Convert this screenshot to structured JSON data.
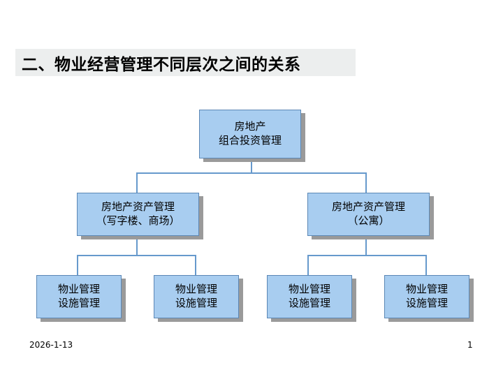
{
  "slide": {
    "title": "二、物业经营管理不同层次之间的关系",
    "colors": {
      "title_band": "#eceeee",
      "node_fill": "#a8cdf0",
      "node_border": "#5b87b5",
      "connector": "#6699cc",
      "shadow": "#9a9a9a"
    },
    "footer": {
      "date": "2026-1-13",
      "page_number": "1"
    },
    "diagram": {
      "type": "hierarchy-tree",
      "levels": [
        {
          "level": 1,
          "nodes": [
            {
              "id": "root",
              "lines": [
                "房地产",
                "组合投资管理"
              ]
            }
          ]
        },
        {
          "level": 2,
          "nodes": [
            {
              "id": "asset-office",
              "lines": [
                "房地产资产管理",
                "（写字楼、商场）"
              ]
            },
            {
              "id": "asset-apartment",
              "lines": [
                "房地产资产管理",
                "（公寓）"
              ]
            }
          ]
        },
        {
          "level": 3,
          "nodes": [
            {
              "id": "pm-1",
              "lines": [
                "物业管理",
                "设施管理"
              ]
            },
            {
              "id": "pm-2",
              "lines": [
                "物业管理",
                "设施管理"
              ]
            },
            {
              "id": "pm-3",
              "lines": [
                "物业管理",
                "设施管理"
              ]
            },
            {
              "id": "pm-4",
              "lines": [
                "物业管理",
                "设施管理"
              ]
            }
          ]
        }
      ]
    }
  }
}
